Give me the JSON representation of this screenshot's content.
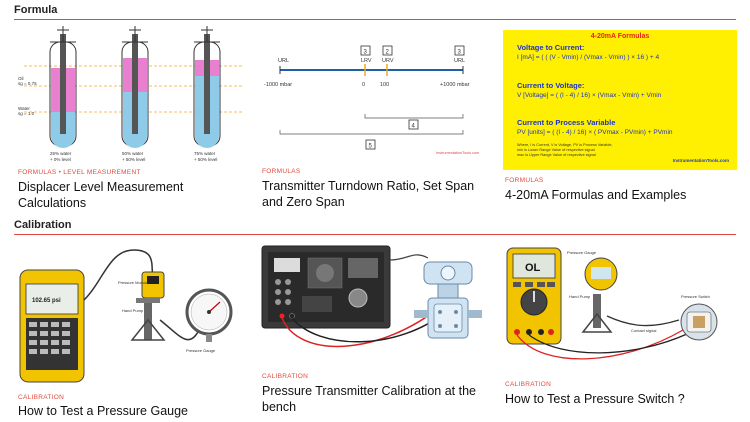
{
  "sections": [
    {
      "heading": "Formula"
    },
    {
      "heading": "Calibration"
    }
  ],
  "formula_cards": [
    {
      "category": "FORMULAS • LEVEL MEASUREMENT",
      "title": "Displacer Level Measurement Calculations",
      "diagram": {
        "oil_label": "Oil\nsg = 0.75",
        "water_label": "Water\nsg = 1.0",
        "captions": [
          "25% water\n+ 0% level",
          "50% water\n+ 50% level",
          "75% water\n+ 50% level"
        ]
      }
    },
    {
      "category": "FORMULAS",
      "title": "Transmitter Turndown Ratio, Set Span and Zero Span",
      "diagram": {
        "labels_top": [
          "URL",
          "LRV",
          "URV",
          "URL"
        ],
        "markers": [
          "3",
          "2",
          "3"
        ],
        "values": [
          "-1000 mbar",
          "0",
          "100",
          "+1000 mbar"
        ],
        "boxes": [
          "4",
          "5"
        ],
        "watermark": "InstrumentationTools.com"
      }
    },
    {
      "category": "FORMULAS",
      "title": "4-20mA Formulas and Examples",
      "formula_box": {
        "heading": "4-20mA Formulas",
        "items": [
          {
            "h": "Voltage to Current:",
            "f": "I [mA] = ( ( (V - Vmin) / (Vmax - Vmin) ) × 16 ) + 4"
          },
          {
            "h": "Current to Voltage:",
            "f": "V [Voltage] = ( (I - 4) / 16) × (Vmax - Vmin) + Vmin"
          },
          {
            "h": "Current to Process Variable",
            "f": "PV [units] = ( (I - 4) / 16) × ( PVmax - PVmin) + PVmin"
          }
        ],
        "notes": [
          "Where, I is Current, V is Voltage, PV is Process Variable,",
          "min is Lower Range Value of respective signal",
          "max is Upper Range Value of respective signal"
        ],
        "watermark": "InstrumentationTools.com"
      }
    }
  ],
  "calibration_cards": [
    {
      "category": "CALIBRATION",
      "title": "How to Test a Pressure Gauge",
      "device_reading": "102.65 psi",
      "labels": [
        "Pressure Module",
        "Hand Pump",
        "Pressure Gauge"
      ]
    },
    {
      "category": "CALIBRATION",
      "title": "Pressure Transmitter Calibration at the bench"
    },
    {
      "category": "CALIBRATION",
      "title": "How to Test a Pressure Switch ?",
      "meter_reading": "OL",
      "labels": [
        "Pressure Gauge",
        "Hand Pump",
        "Pressure Switch",
        "Contact signal"
      ]
    }
  ],
  "colors": {
    "accent": "#e04a3f",
    "formula_yellow": "#ffef00",
    "formula_red": "#e5231b",
    "formula_blue": "#1d35c9",
    "tube_pink": "#e87fcf",
    "tube_blue": "#8ecbe8",
    "meter_yellow": "#f2c400"
  }
}
